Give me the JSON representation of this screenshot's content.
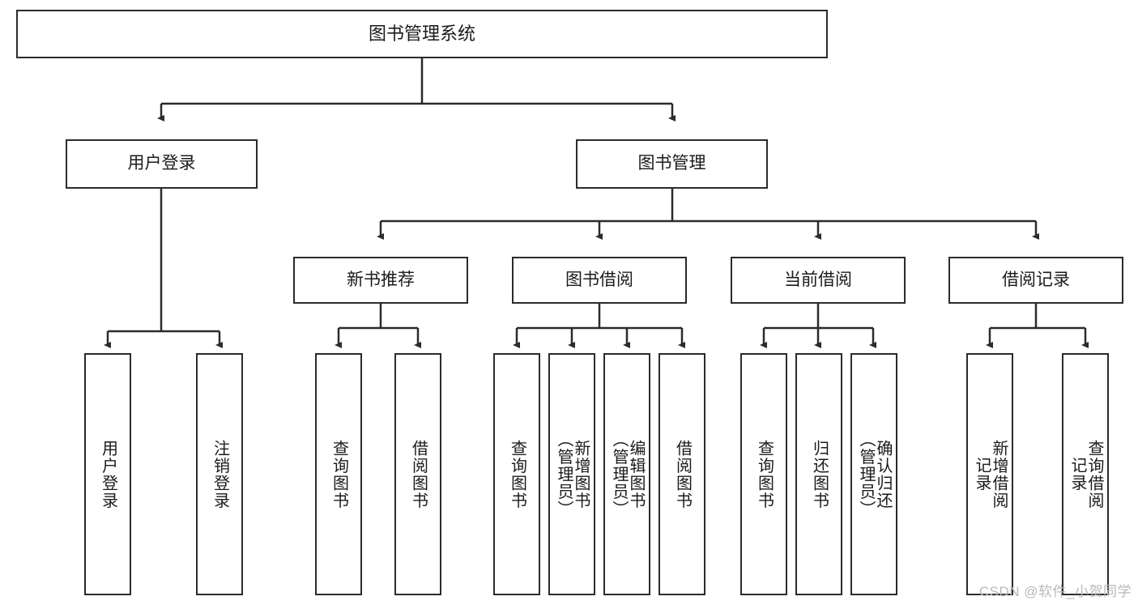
{
  "diagram": {
    "title": "图书管理系统",
    "type": "hierarchy-tree",
    "background_color": "#ffffff",
    "node_border_color": "#2b2b2b",
    "edge_color": "#2b2b2b",
    "levels": {
      "root": [
        "图书管理系统"
      ],
      "level2": [
        "用户登录",
        "图书管理"
      ],
      "level3": [
        "新书推荐",
        "图书借阅",
        "当前借阅",
        "借阅记录"
      ],
      "level4": [
        "用户登录",
        "注销登录",
        "查询图书",
        "借阅图书",
        "查询图书",
        "新增图书（管理员）",
        "编辑图书（管理员）",
        "借阅图书",
        "查询图书",
        "归还图书",
        "确认归还（管理员）",
        "新增借阅记录",
        "查询借阅记录"
      ]
    },
    "nodes": {
      "root": {
        "label": "图书管理系统"
      },
      "user_login": {
        "label": "用户登录"
      },
      "book_manage": {
        "label": "图书管理"
      },
      "new_book_rec": {
        "label": "新书推荐"
      },
      "book_borrow": {
        "label": "图书借阅"
      },
      "current_borrow": {
        "label": "当前借阅"
      },
      "borrow_record": {
        "label": "借阅记录"
      },
      "leaf_user_login": {
        "label": "用户登录"
      },
      "leaf_logout": {
        "label": "注销登录"
      },
      "leaf_query_book_1": {
        "label": "查询图书"
      },
      "leaf_borrow_book_1": {
        "label": "借阅图书"
      },
      "leaf_query_book_2": {
        "label": "查询图书"
      },
      "leaf_add_book": {
        "label": "新增图书\n（管理员）"
      },
      "leaf_edit_book": {
        "label": "编辑图书\n（管理员）"
      },
      "leaf_borrow_book_2": {
        "label": "借阅图书"
      },
      "leaf_query_book_3": {
        "label": "查询图书"
      },
      "leaf_return_book": {
        "label": "归还图书"
      },
      "leaf_confirm_return": {
        "label": "确认归还\n（管理员）"
      },
      "leaf_add_record": {
        "label": "新增借阅\n记录"
      },
      "leaf_query_record": {
        "label": "查询借阅\n记录"
      }
    }
  },
  "watermark": {
    "text": "CSDN @软件_小贺同学"
  }
}
